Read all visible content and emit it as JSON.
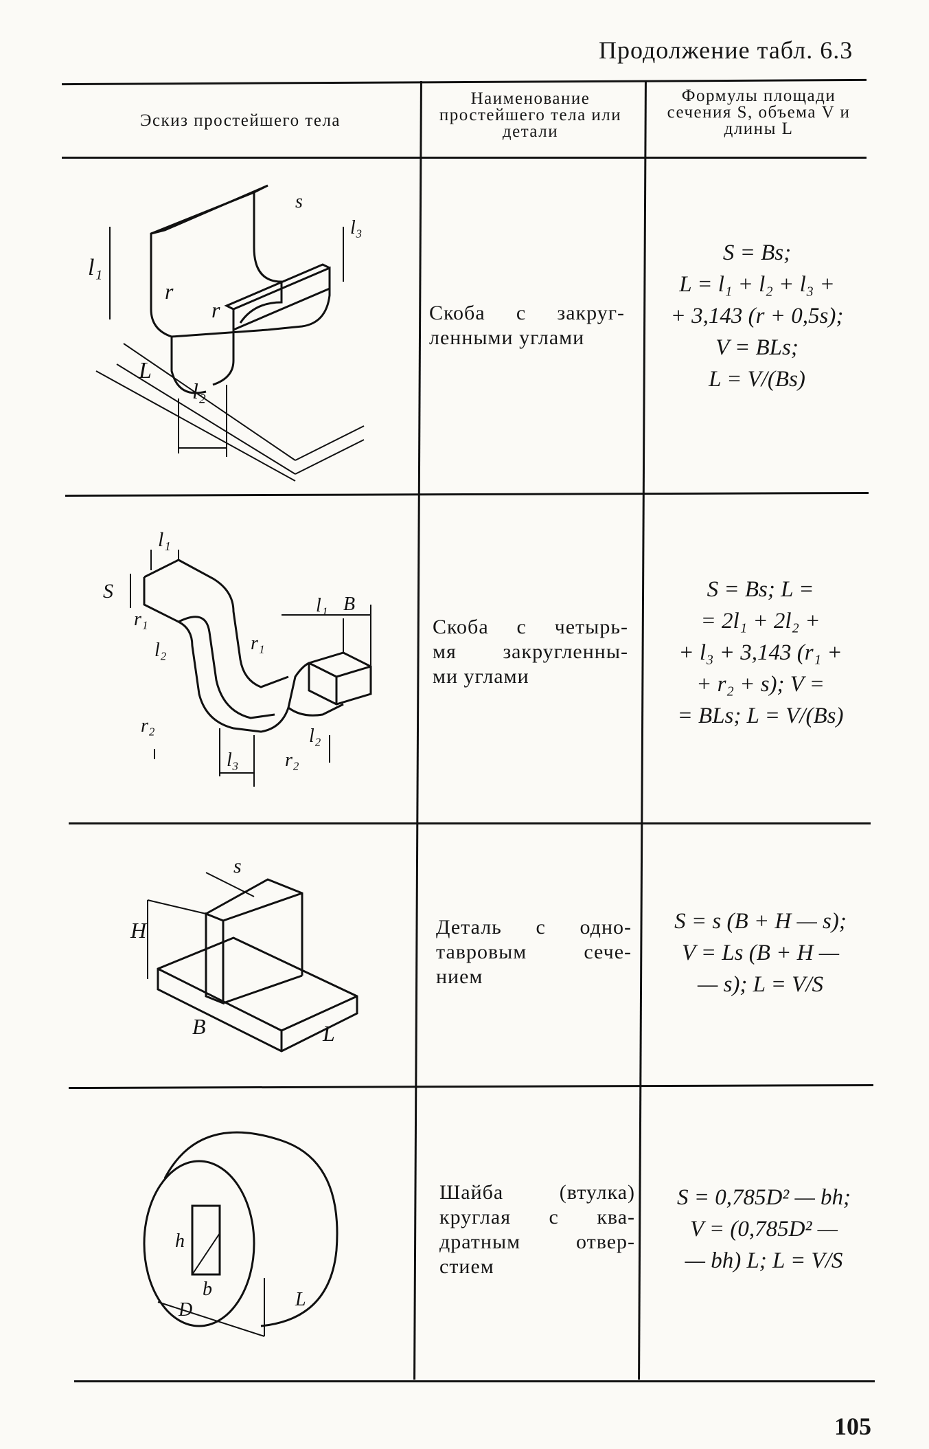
{
  "page": {
    "continuation": "Продолжение табл. 6.3",
    "page_number": "105"
  },
  "table": {
    "columns": [
      "Эскиз простейшего тела",
      "Наименование простейшего тела или детали",
      "Формулы площади сечения S, объема V и длины L"
    ],
    "rows": [
      {
        "name_lines": [
          "Скоба с закруг-",
          "ленными углами"
        ],
        "formula_lines": [
          "S = Bs;",
          "L = l₁ + l₂ + l₃ +",
          "+ 3,143 (r + 0,5s);",
          "V = BLs;",
          "L = V/(Bs)"
        ],
        "sketch_labels": [
          "l₁",
          "r",
          "r",
          "s",
          "l₃",
          "L",
          "l₂"
        ]
      },
      {
        "name_lines": [
          "Скоба с четырь-",
          "мя закругленны-",
          "ми углами"
        ],
        "formula_lines": [
          "S = Bs; L =",
          "= 2l₁ + 2l₂ +",
          "+ l₃ + 3,143 (r₁ +",
          "+ r₂ + s); V =",
          "= BLs; L = V/(Bs)"
        ],
        "sketch_labels": [
          "l₁",
          "S",
          "r₁",
          "l₂",
          "r₁",
          "l₁",
          "B",
          "r₂",
          "l₃",
          "r₂",
          "l₂"
        ]
      },
      {
        "name_lines": [
          "Деталь с одно-",
          "тавровым сече-",
          "нием"
        ],
        "formula_lines": [
          "S = s (B + H — s);",
          "V = Ls (B + H —",
          "— s); L = V/S"
        ],
        "sketch_labels": [
          "s",
          "H",
          "B",
          "L"
        ]
      },
      {
        "name_lines": [
          "Шайба (втулка)",
          "круглая с ква-",
          "дратным отвер-",
          "стием"
        ],
        "formula_lines": [
          "S = 0,785D² — bh;",
          "V = (0,785D² —",
          "— bh) L; L = V/S"
        ],
        "sketch_labels": [
          "h",
          "b",
          "D",
          "L"
        ]
      }
    ]
  }
}
